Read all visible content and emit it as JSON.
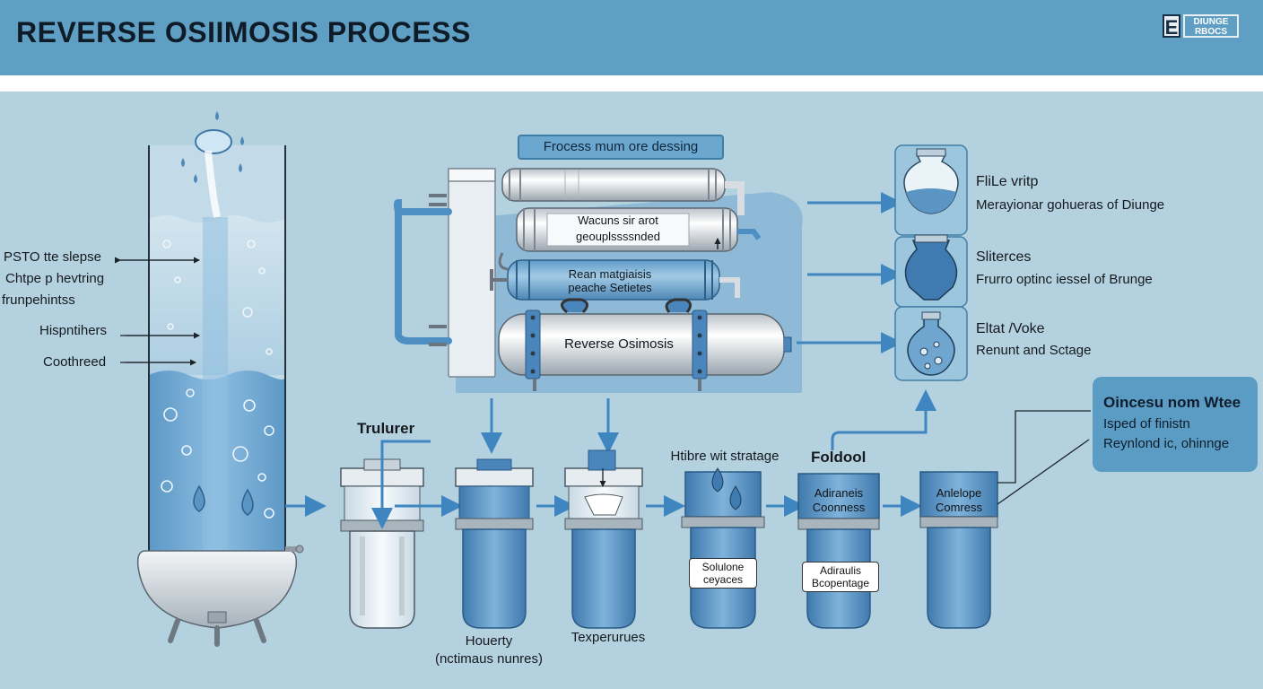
{
  "header": {
    "title": "REVERSE OSIIMOSIS PROCESS",
    "logo_mark": "E",
    "logo_line1": "DIUNGE",
    "logo_line2": "RBOCS"
  },
  "tank": {
    "annotations": [
      "PSTO tte slepse",
      "Chtpe p hevtring",
      "frunpehintss",
      "Hispntihers",
      "Coothreed"
    ]
  },
  "module": {
    "banner": "Frocess mum ore dessing",
    "vessel2_line1": "Wacuns sir arot",
    "vessel2_line2": "geouplssssnded",
    "vessel3_line1": "Rean matgiaisis",
    "vessel3_line2": "peache Setietes",
    "main_vessel": "Reverse Osimosis"
  },
  "outputs": [
    {
      "title": "FliLe vritp",
      "subtitle": "Merayionar gohueras of Diunge"
    },
    {
      "title": "Sliterces",
      "subtitle": "Frurro optinc iessel of Brunge"
    },
    {
      "title": "Eltat /Voke",
      "subtitle": "Renunt and Sctage"
    }
  ],
  "stages": {
    "s1_label": "Trulurer",
    "s2_label_line1": "Houerty",
    "s2_label_line2": "(nctimaus nunres)",
    "s3_label": "Texperurues",
    "s4_label": "Htibre wit stratage",
    "s4_tag_line1": "Solulone",
    "s4_tag_line2": "ceyaces",
    "s5_label": "Foldool",
    "s5_inner_line1": "Adiraneis",
    "s5_inner_line2": "Coonness",
    "s5_tag_line1": "Adiraulis",
    "s5_tag_line2": "Bcopentage",
    "s6_inner_line1": "Anlelope",
    "s6_inner_line2": "Comress"
  },
  "infobox": {
    "title": "Oincesu nom Wtee",
    "line1": "Isped of finistn",
    "line2": "Reynlond ic, ohinnge"
  },
  "colors": {
    "header": "#5f9fc4",
    "background": "#b4d1df",
    "water": "#6fa6cf",
    "arrow": "#3f86c0",
    "steel": "#dfe5ea"
  }
}
